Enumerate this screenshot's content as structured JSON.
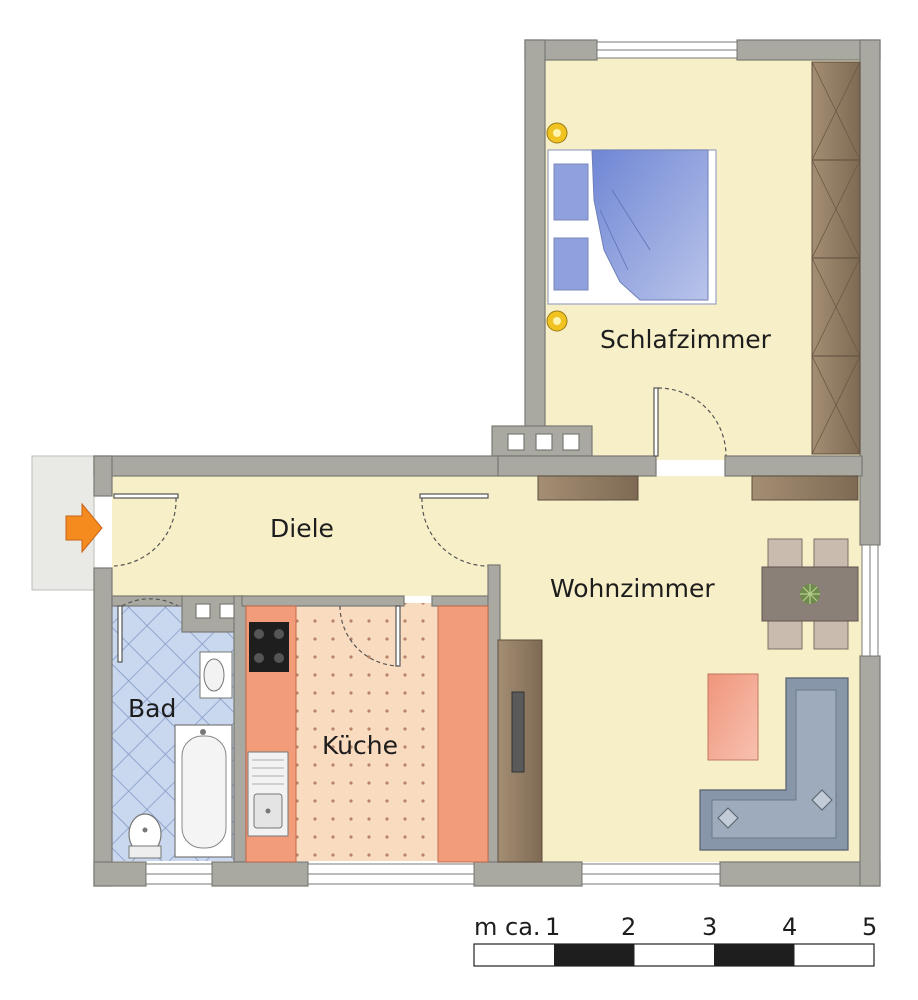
{
  "rooms": {
    "schlafzimmer": "Schlafzimmer",
    "diele": "Diele",
    "wohnzimmer": "Wohnzimmer",
    "bad": "Bad",
    "kueche": "Küche"
  },
  "scale_bar": {
    "unit_prefix": "m ca.",
    "ticks": [
      "1",
      "2",
      "3",
      "4",
      "5"
    ]
  },
  "colors": {
    "floor": "#f6efc7",
    "wall": "#a9a9a2",
    "wall_edge": "#7a7a74",
    "entrance_arrow": "#f58a1f",
    "bath_tile": "#c9d8ee",
    "kitchen_floor": "#f9dcc0",
    "kitchen_counter": "#f39c7a",
    "wardrobe": "#8e7a63",
    "bed_blanket": "#7f95d8",
    "sofa": "#8796a8",
    "table": "#8b8077",
    "coffee_table": "#f2a08b"
  },
  "icons": [
    "entrance-arrow-icon",
    "lamp-icon",
    "plant-icon"
  ]
}
